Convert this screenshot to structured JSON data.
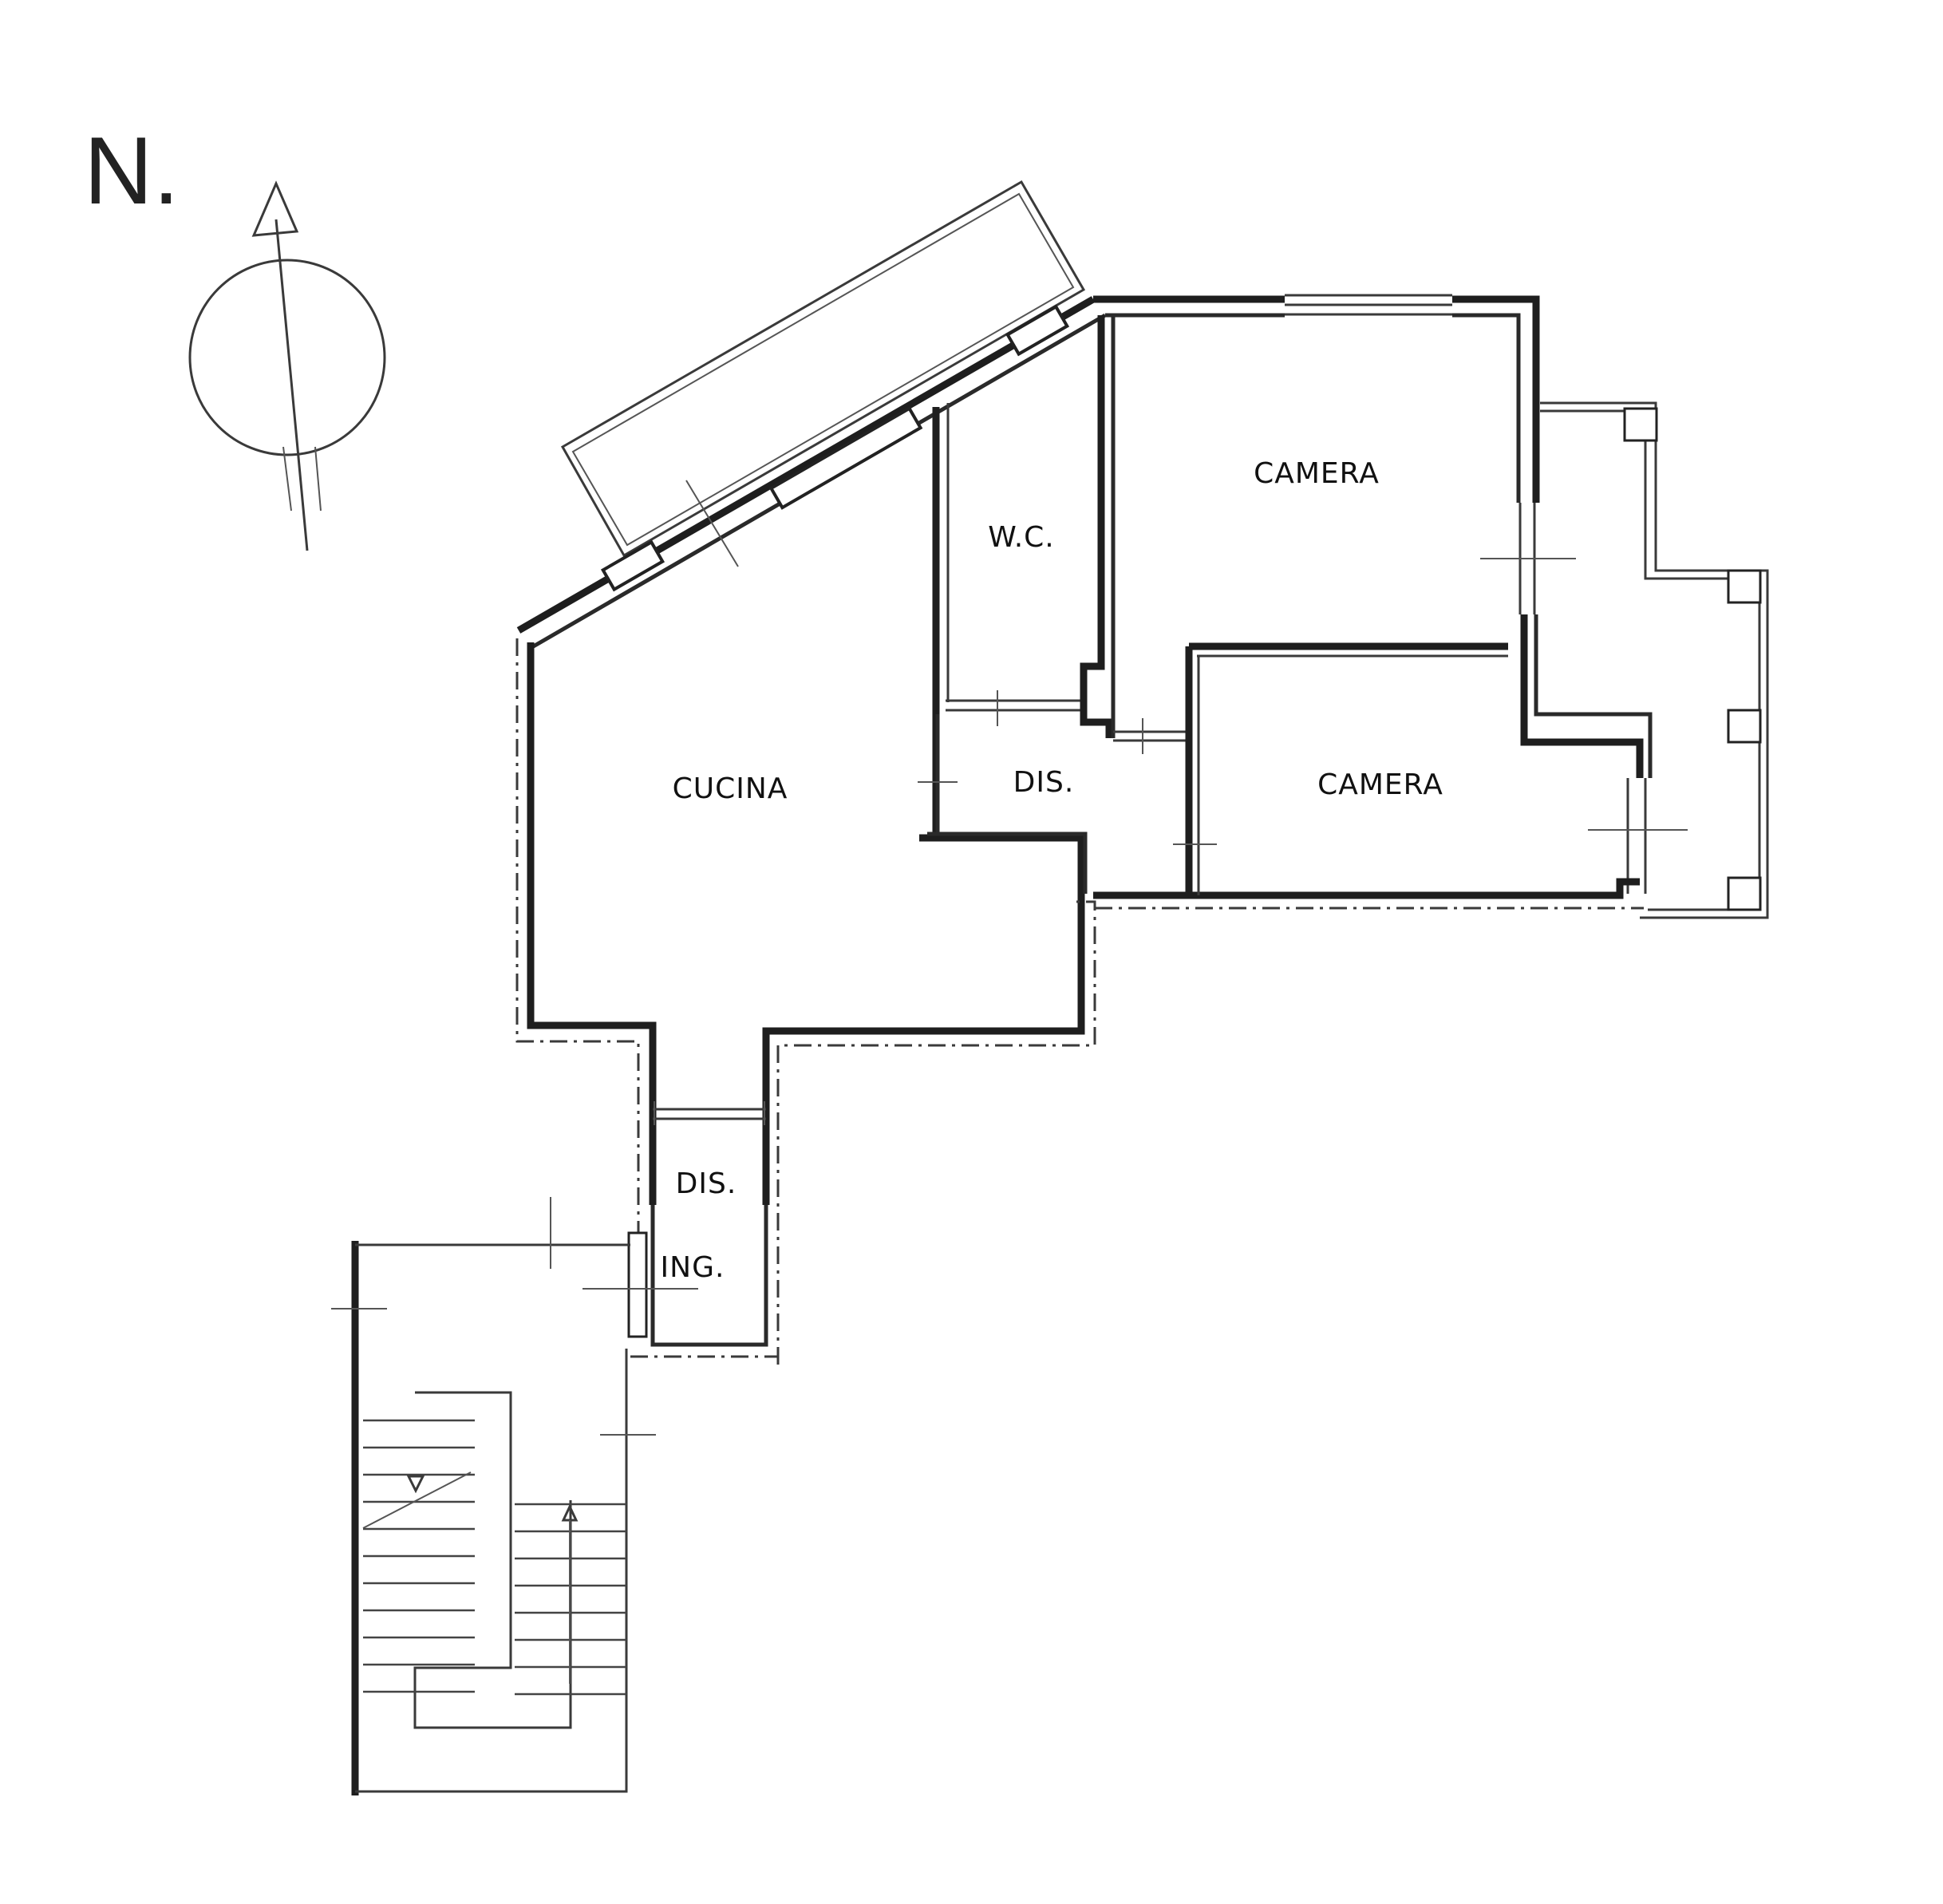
{
  "compass": {
    "label": "N."
  },
  "rooms": {
    "cucina": "CUCINA",
    "wc": "W.C.",
    "camera_north": "CAMERA",
    "camera_south": "CAMERA",
    "dis_center": "DIS.",
    "dis_entry": "DIS.",
    "ing": "ING."
  }
}
